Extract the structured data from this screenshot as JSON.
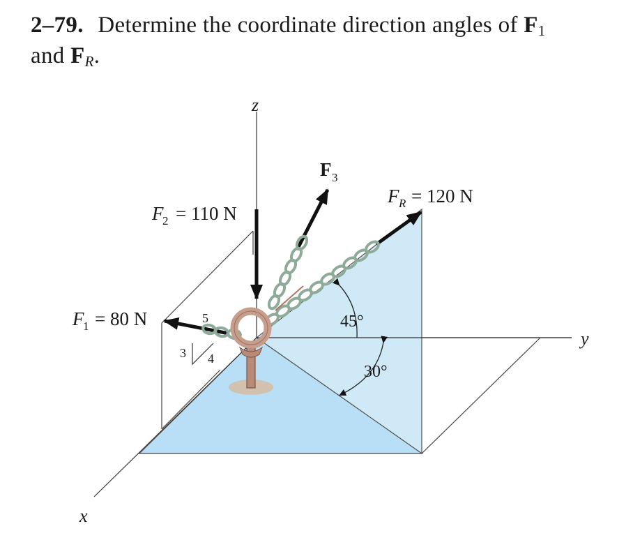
{
  "problem": {
    "number": "2–79.",
    "statement_prefix": "Determine the coordinate direction angles of",
    "force_1_symbol": "F",
    "force_1_subscript": "1",
    "conjunction": "and",
    "resultant_symbol": "F",
    "resultant_subscript": "R",
    "ending": "."
  },
  "figure": {
    "axes": {
      "z": "z",
      "y": "y",
      "x": "x"
    },
    "forces": {
      "f1": {
        "symbol": "F",
        "subscript": "1",
        "value_text": "= 80 N"
      },
      "f2": {
        "symbol": "F",
        "subscript": "2",
        "value_text": "= 110 N"
      },
      "f3": {
        "symbol": "F",
        "subscript": "3"
      },
      "fr": {
        "symbol": "F",
        "subscript": "R",
        "value_text": "= 120 N"
      }
    },
    "slope_triangle": {
      "hyp": "5",
      "vert": "3",
      "horiz": "4"
    },
    "angles": {
      "upper": "45°",
      "lower": "30°"
    },
    "colors": {
      "plane_fill": "#cfe9f7",
      "floor_fill": "#b8dff5",
      "chain": "#9fb8a8",
      "eyebolt": "#c79d8c",
      "arrow": "#111111"
    }
  }
}
